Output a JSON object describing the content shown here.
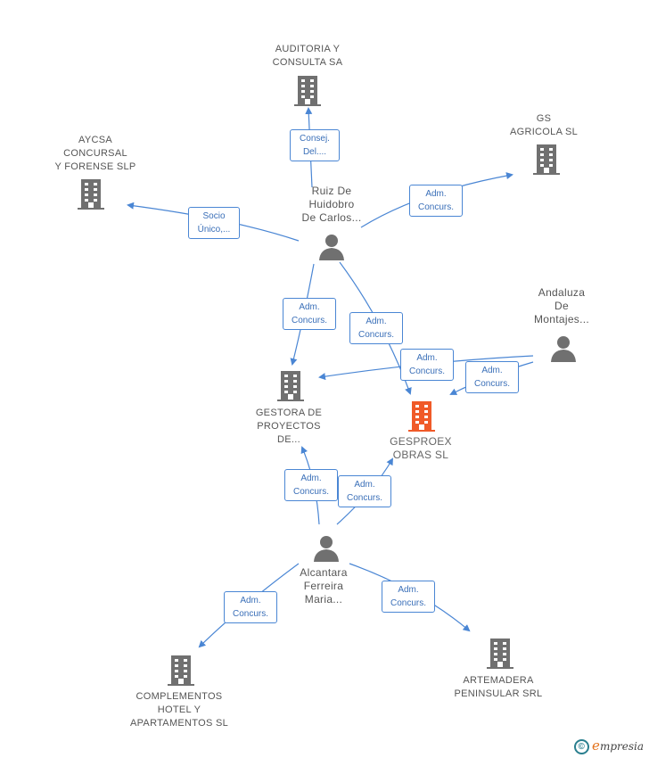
{
  "nodes": {
    "auditoria": {
      "lines": [
        "AUDITORIA Y",
        "CONSULTA SA"
      ],
      "type": "company"
    },
    "gs_agricola": {
      "lines": [
        "GS",
        "AGRICOLA SL"
      ],
      "type": "company"
    },
    "aycsa": {
      "lines": [
        "AYCSA",
        "CONCURSAL",
        "Y FORENSE  SLP"
      ],
      "type": "company"
    },
    "ruiz": {
      "lines": [
        "Ruiz De",
        "Huidobro",
        "De Carlos..."
      ],
      "type": "person"
    },
    "andaluza": {
      "lines": [
        "Andaluza",
        "De",
        "Montajes..."
      ],
      "type": "person"
    },
    "gestora": {
      "lines": [
        "GESTORA DE",
        "PROYECTOS",
        "DE..."
      ],
      "type": "company"
    },
    "gesproex": {
      "lines": [
        "GESPROEX",
        "OBRAS SL"
      ],
      "type": "company-focus"
    },
    "alcantara": {
      "lines": [
        "Alcantara",
        "Ferreira",
        "Maria..."
      ],
      "type": "person"
    },
    "complementos": {
      "lines": [
        "COMPLEMENTOS",
        "HOTEL Y",
        "APARTAMENTOS SL"
      ],
      "type": "company"
    },
    "artemadera": {
      "lines": [
        "ARTEMADERA",
        "PENINSULAR SRL"
      ],
      "type": "company"
    }
  },
  "edges": {
    "e1": [
      "Consej.",
      "Del...."
    ],
    "e2": [
      "Adm.",
      "Concurs."
    ],
    "e3": [
      "Socio",
      "Único,..."
    ],
    "e4": [
      "Adm.",
      "Concurs."
    ],
    "e5": [
      "Adm.",
      "Concurs."
    ],
    "e6": [
      "Adm.",
      "Concurs."
    ],
    "e7": [
      "Adm.",
      "Concurs."
    ],
    "e8": [
      "Adm.",
      "Concurs."
    ],
    "e9": [
      "Adm.",
      "Concurs."
    ],
    "e10": [
      "Adm.",
      "Concurs."
    ],
    "e11": [
      "Adm.",
      "Concurs."
    ]
  },
  "colors": {
    "edge": "#4a86d4",
    "icon": "#707070",
    "focus": "#f05a28"
  },
  "watermark": {
    "copyright": "©",
    "brand_initial": "e",
    "brand_rest": "mpresia"
  }
}
